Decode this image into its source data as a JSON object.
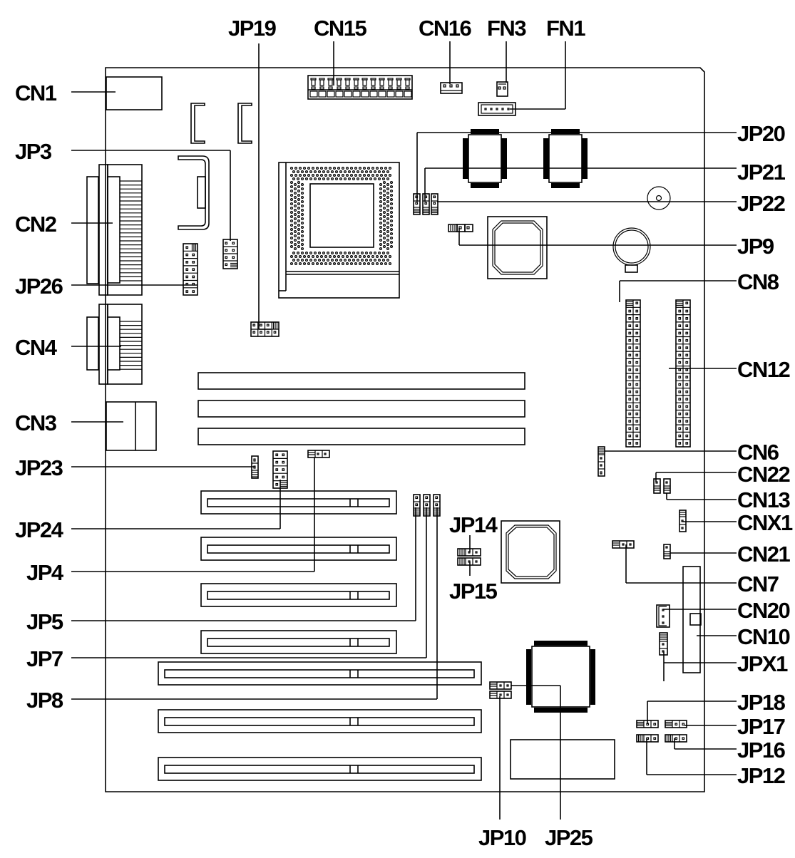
{
  "diagram": {
    "type": "motherboard-jumper-connector-layout",
    "background_color": "#ffffff",
    "line_color": "#000000",
    "labels_top": [
      "JP19",
      "CN15",
      "CN16",
      "FN3",
      "FN1"
    ],
    "labels_left": [
      "CN1",
      "JP3",
      "CN2",
      "JP26",
      "CN4",
      "CN3",
      "JP23",
      "JP24",
      "JP4",
      "JP5",
      "JP7",
      "JP8"
    ],
    "labels_right": [
      "JP20",
      "JP21",
      "JP22",
      "JP9",
      "CN8",
      "CN12",
      "CN6",
      "CN22",
      "CN13",
      "CNX1",
      "CN21",
      "CN7",
      "CN20",
      "CN10",
      "JPX1",
      "JP18",
      "JP17",
      "JP16",
      "JP12"
    ],
    "labels_bottom": [
      "JP10",
      "JP25"
    ],
    "labels_inline": [
      "JP14",
      "JP15"
    ],
    "components": {
      "memory_slots": 3,
      "isa_slots": 3,
      "pci_slots": 4,
      "ide_headers": [
        "CN8",
        "CN12"
      ],
      "cpu_socket": 1,
      "cache_chips": 2,
      "chipset_chips": 2,
      "battery": 1,
      "buzzer": 1
    }
  }
}
